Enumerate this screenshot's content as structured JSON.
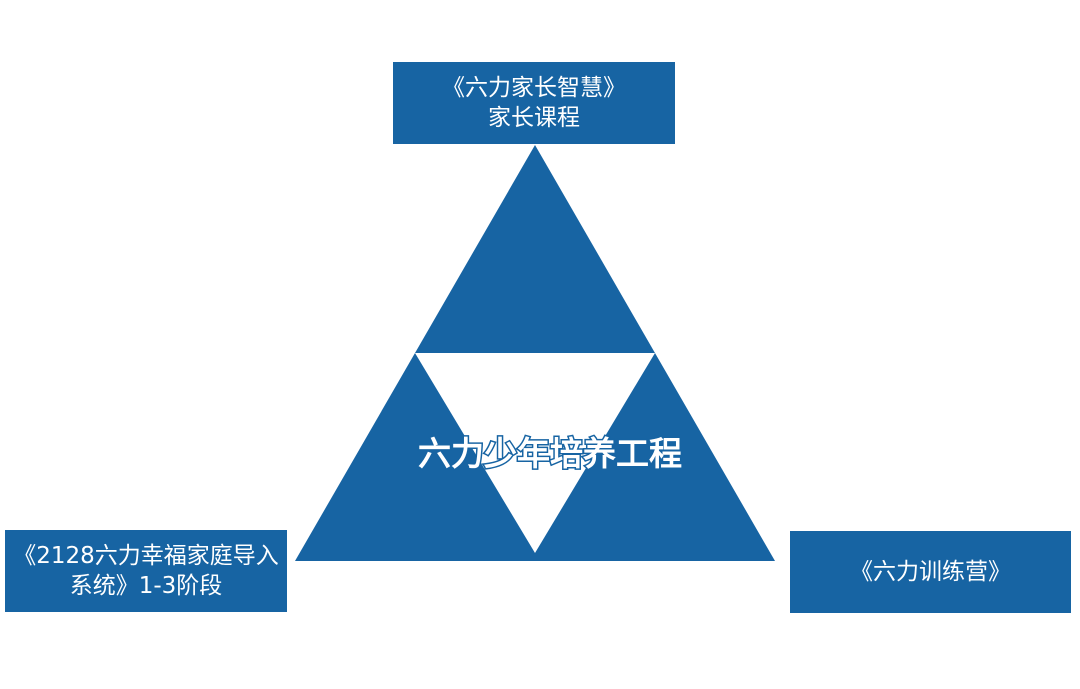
{
  "diagram": {
    "center_title": "六力少年培养工程",
    "top_box": {
      "line1": "《六力家长智慧》",
      "line2": "家长课程"
    },
    "left_box": {
      "line1": "《2128六力幸福家庭导入",
      "line2": "系统》1-3阶段"
    },
    "right_box": {
      "line1": "《六力训练营》"
    },
    "colors": {
      "primary": "#1764a3",
      "background": "#ffffff",
      "text": "#ffffff"
    }
  }
}
